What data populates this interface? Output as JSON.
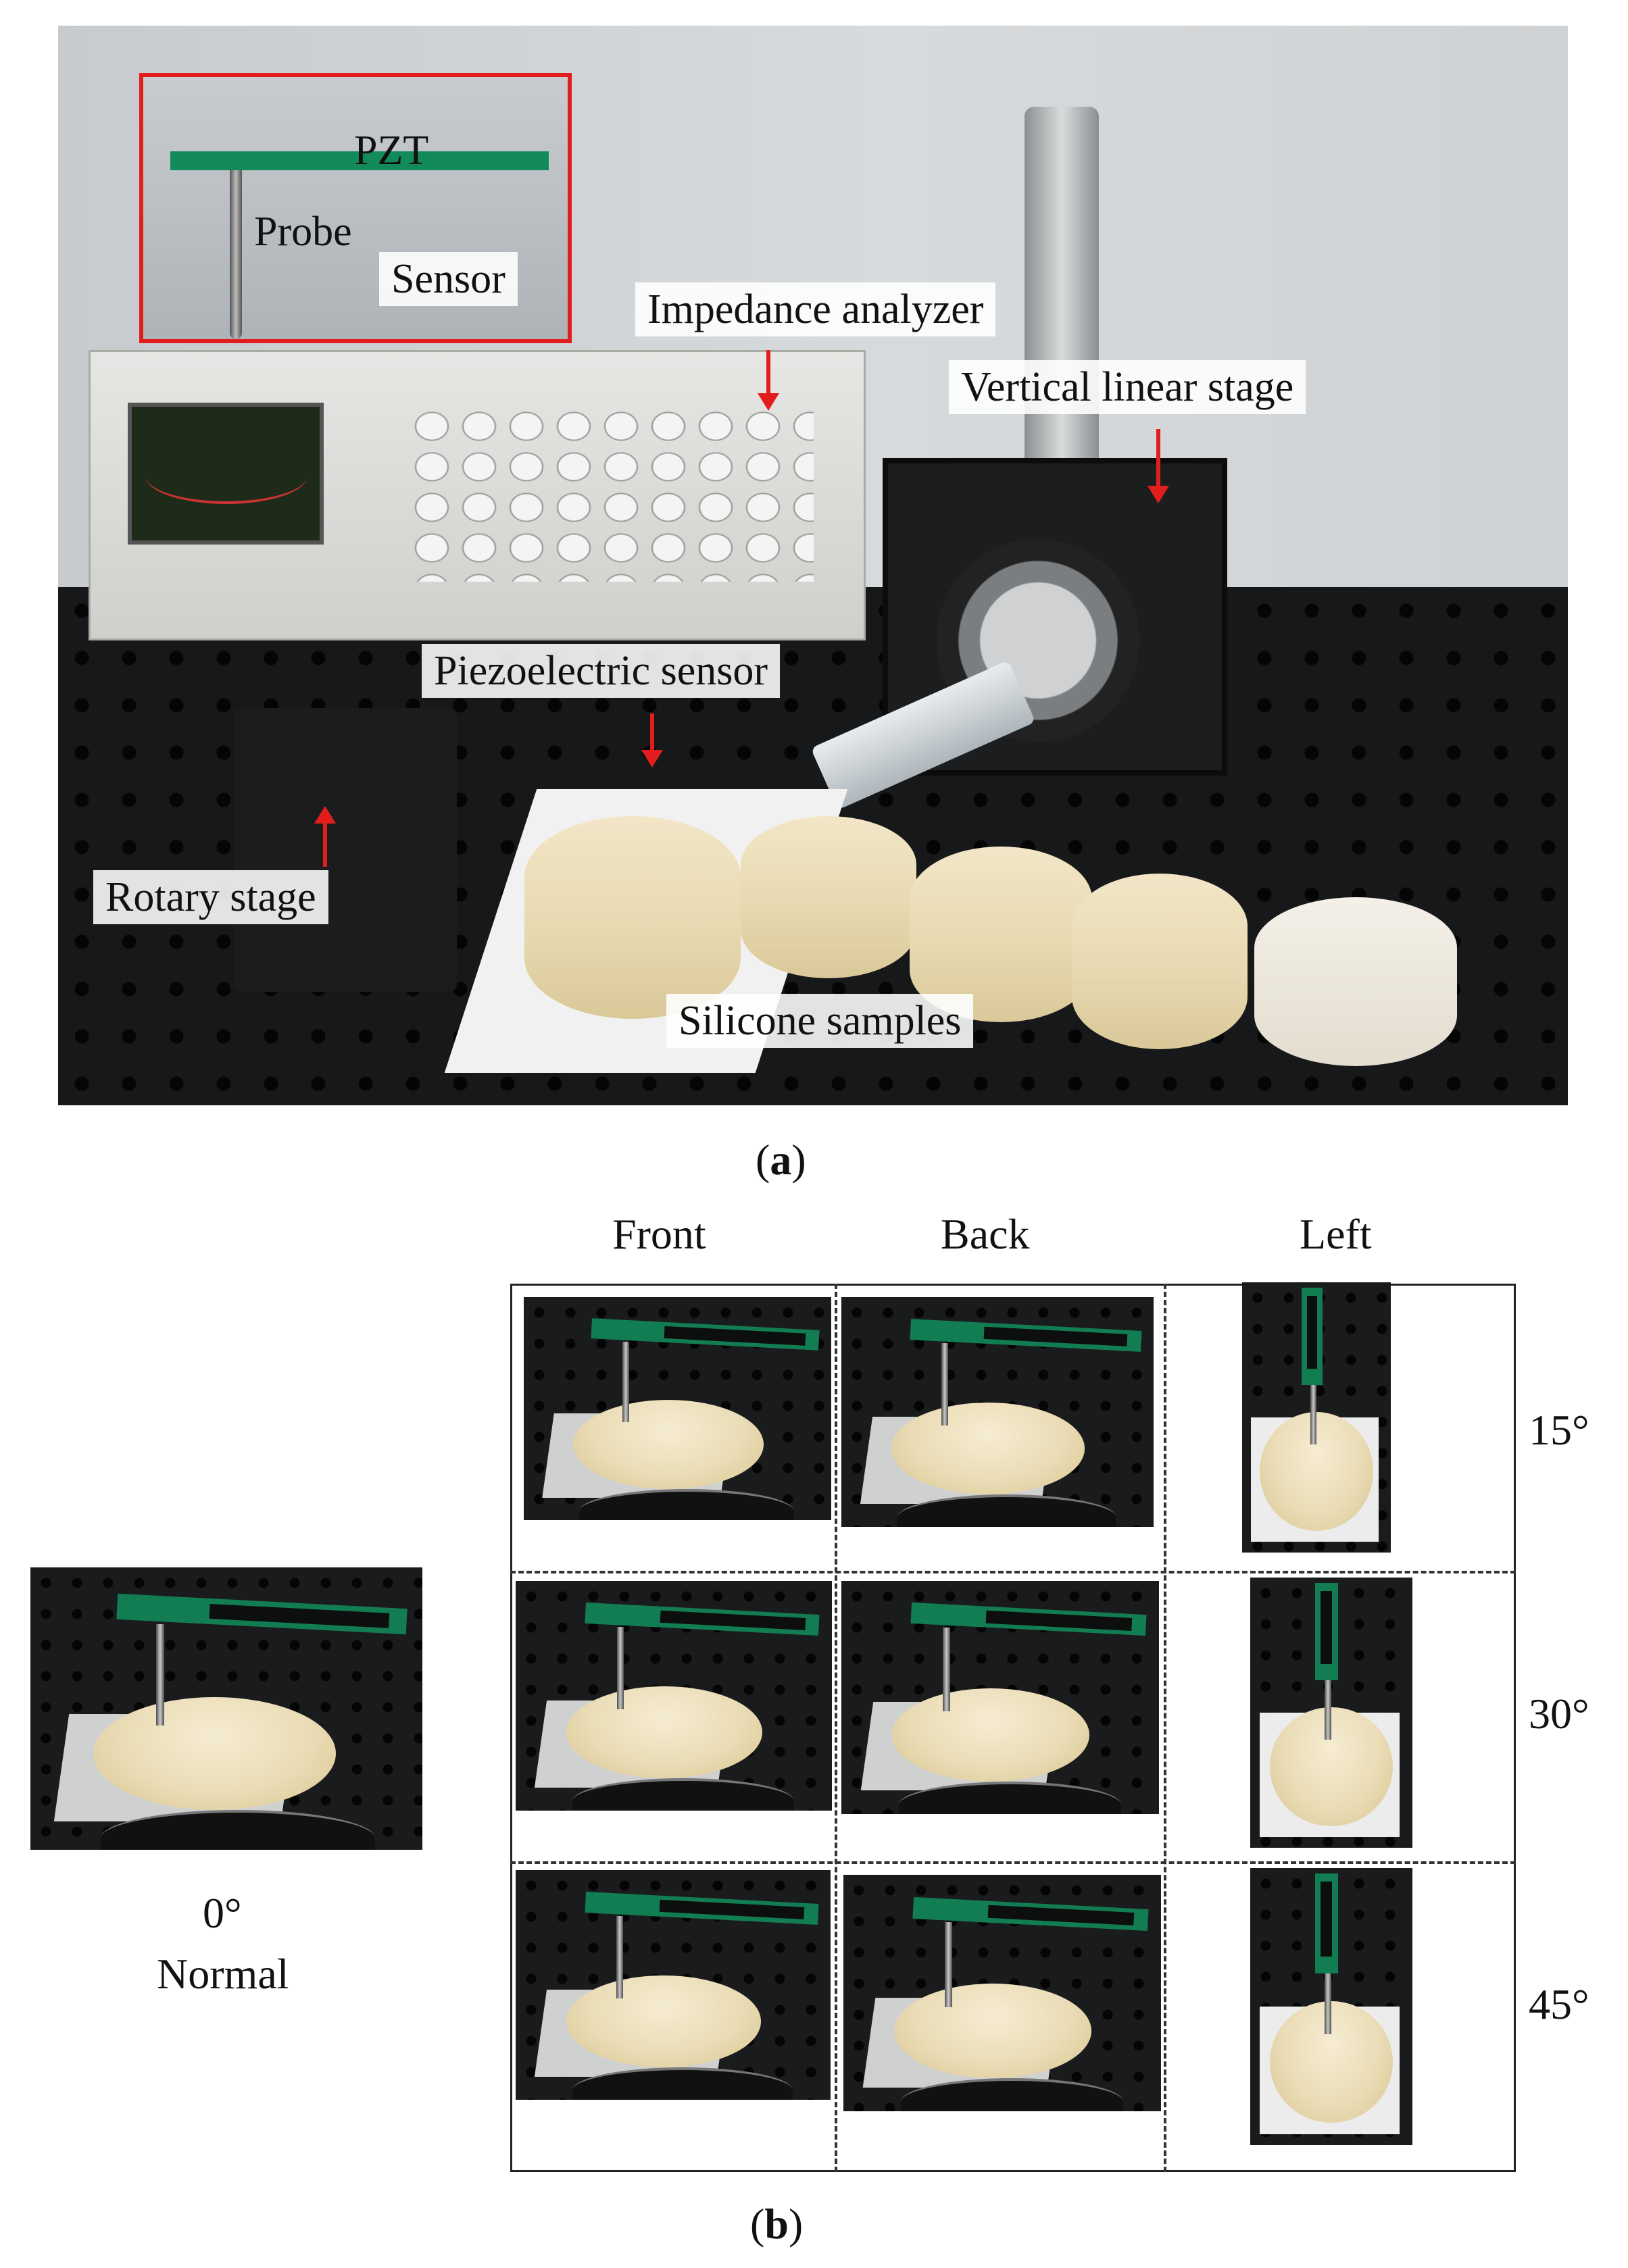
{
  "panel_a": {
    "labels": {
      "pzt": "PZT",
      "probe": "Probe",
      "sensor": "Sensor",
      "impedance_analyzer": "Impedance analyzer",
      "vertical_linear_stage": "Vertical linear stage",
      "piezoelectric_sensor": "Piezoelectric sensor",
      "rotary_stage": "Rotary stage",
      "silicone_samples": "Silicone samples"
    },
    "caption_open": "(",
    "caption_letter": "a",
    "caption_close": ")"
  },
  "panel_b": {
    "columns": [
      "Front",
      "Back",
      "Left"
    ],
    "angles": [
      "15°",
      "30°",
      "45°"
    ],
    "normal_angle": "0°",
    "normal_label": "Normal",
    "caption_open": "(",
    "caption_letter": "b",
    "caption_close": ")"
  }
}
